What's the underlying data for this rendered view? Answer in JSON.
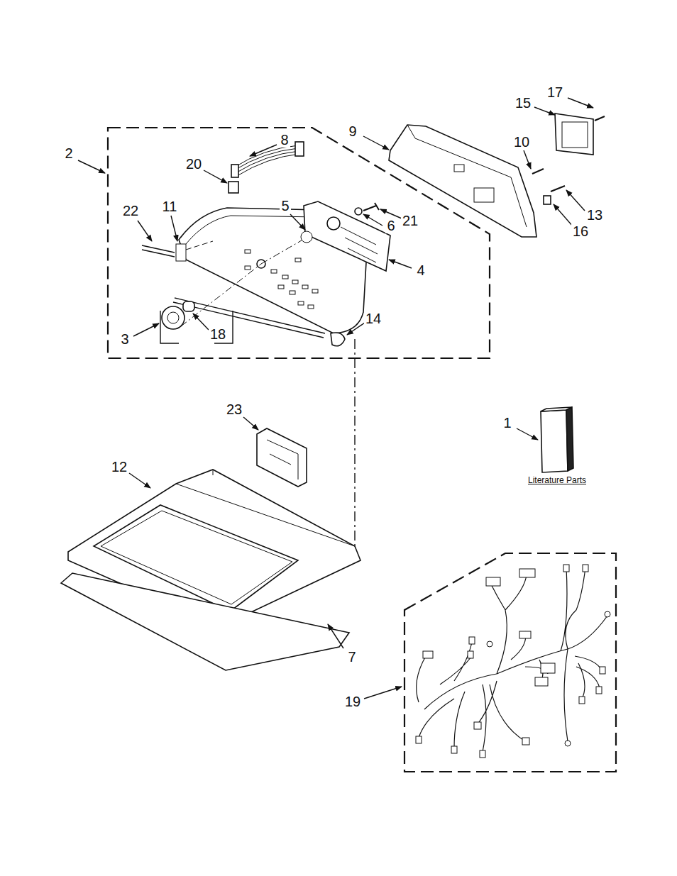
{
  "diagram": {
    "labels": [
      "17",
      "15",
      "2",
      "9",
      "8",
      "10",
      "20",
      "22",
      "11",
      "5",
      "21",
      "6",
      "13",
      "16",
      "4",
      "14",
      "3",
      "18",
      "23",
      "1",
      "12",
      "Literature Parts",
      "7",
      "19"
    ]
  }
}
